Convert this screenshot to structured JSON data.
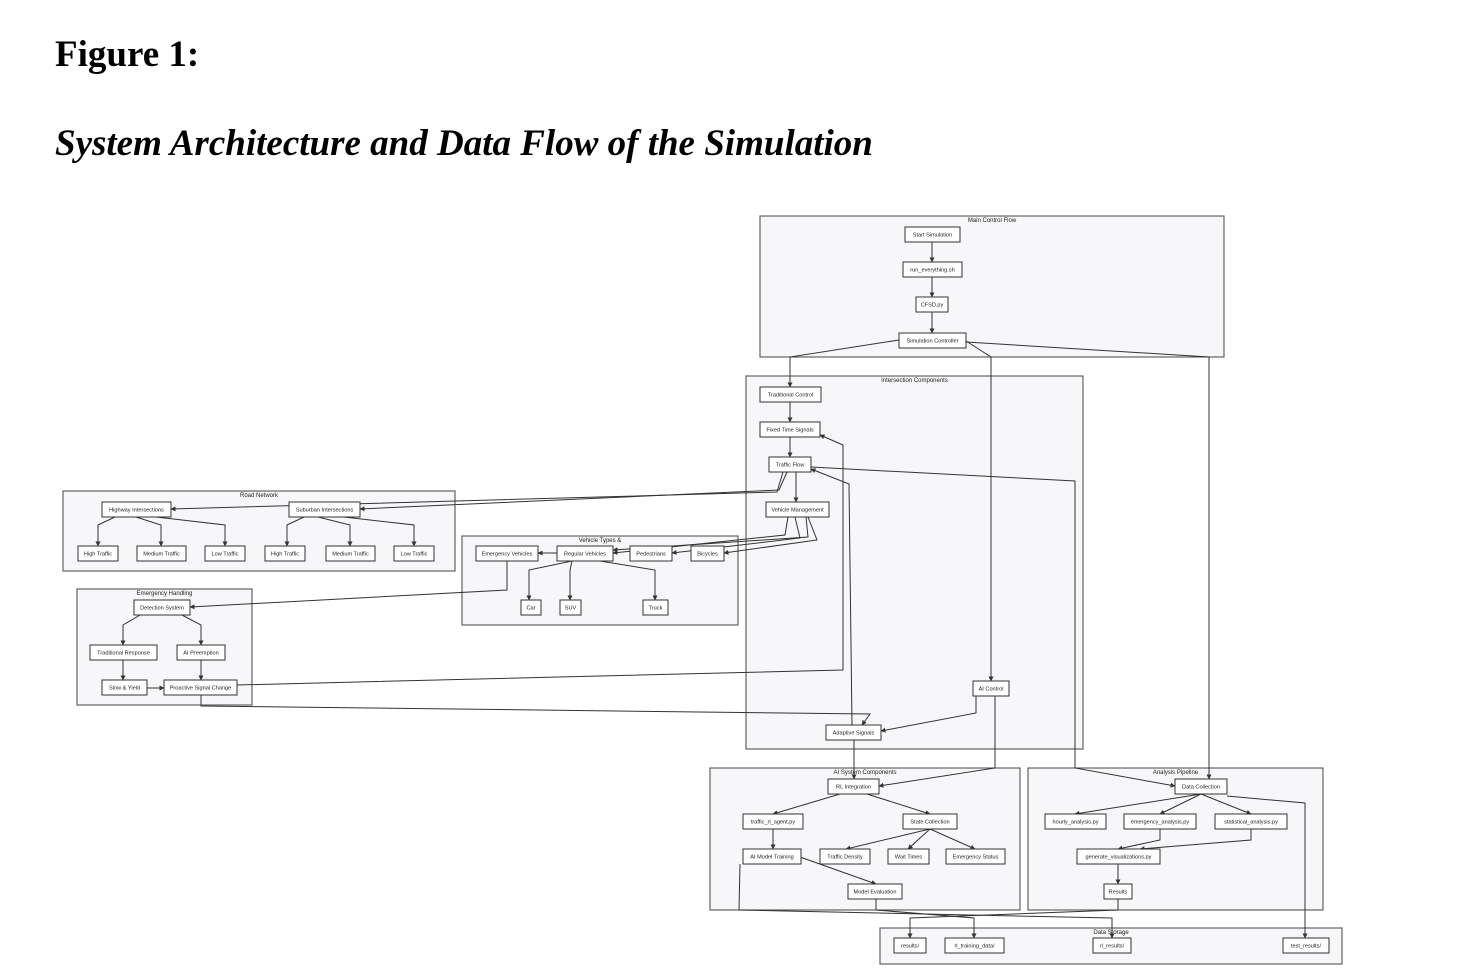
{
  "figure": {
    "label": "Figure 1:",
    "title": "System Architecture and Data Flow of the Simulation"
  },
  "groups": [
    {
      "id": "main",
      "label": "Main Control Flow"
    },
    {
      "id": "inter",
      "label": "Intersection Components"
    },
    {
      "id": "road",
      "label": "Road Network"
    },
    {
      "id": "vehicle",
      "label": "Vehicle Types &"
    },
    {
      "id": "emergency",
      "label": "Emergency Handling"
    },
    {
      "id": "ai",
      "label": "AI System Components"
    },
    {
      "id": "analysis",
      "label": "Analysis Pipeline"
    },
    {
      "id": "storage",
      "label": "Data Storage"
    }
  ],
  "nodes": [
    {
      "id": "start",
      "label": "Start Simulation"
    },
    {
      "id": "runall",
      "label": "run_everything.sh"
    },
    {
      "id": "cfsd",
      "label": "CFSD.py"
    },
    {
      "id": "simctrl",
      "label": "Simulation Controller"
    },
    {
      "id": "tradctrl",
      "label": "Traditional Control"
    },
    {
      "id": "fixed",
      "label": "Fixed Time Signals"
    },
    {
      "id": "tflow",
      "label": "Traffic Flow"
    },
    {
      "id": "vmgmt",
      "label": "Vehicle Management"
    },
    {
      "id": "aictrl",
      "label": "AI Control"
    },
    {
      "id": "adaptive",
      "label": "Adaptive Signals"
    },
    {
      "id": "hwy",
      "label": "Highway Intersections"
    },
    {
      "id": "sub",
      "label": "Suburban Intersections"
    },
    {
      "id": "hwy_high",
      "label": "High Traffic"
    },
    {
      "id": "hwy_med",
      "label": "Medium Traffic"
    },
    {
      "id": "hwy_low",
      "label": "Low Traffic"
    },
    {
      "id": "sub_high",
      "label": "High Traffic"
    },
    {
      "id": "sub_med",
      "label": "Medium Traffic"
    },
    {
      "id": "sub_low",
      "label": "Low Traffic"
    },
    {
      "id": "emveh",
      "label": "Emergency Vehicles"
    },
    {
      "id": "regveh",
      "label": "Regular Vehicles"
    },
    {
      "id": "ped",
      "label": "Pedestrians"
    },
    {
      "id": "bike",
      "label": "Bicycles"
    },
    {
      "id": "car",
      "label": "Car"
    },
    {
      "id": "suv",
      "label": "SUV"
    },
    {
      "id": "truck",
      "label": "Truck"
    },
    {
      "id": "detect",
      "label": "Detection System"
    },
    {
      "id": "tradresp",
      "label": "Traditional Response"
    },
    {
      "id": "aipre",
      "label": "AI Preemption"
    },
    {
      "id": "slow",
      "label": "Slow & Yield"
    },
    {
      "id": "proactive",
      "label": "Proactive Signal Change"
    },
    {
      "id": "rl",
      "label": "RL Integration"
    },
    {
      "id": "agent",
      "label": "traffic_rl_agent.py"
    },
    {
      "id": "state",
      "label": "State Collection"
    },
    {
      "id": "train",
      "label": "AI Model Training"
    },
    {
      "id": "density",
      "label": "Traffic Density"
    },
    {
      "id": "wait",
      "label": "Wait Times"
    },
    {
      "id": "emstatus",
      "label": "Emergency Status"
    },
    {
      "id": "evalm",
      "label": "Model Evaluation"
    },
    {
      "id": "datacol",
      "label": "Data Collection"
    },
    {
      "id": "hourly",
      "label": "hourly_analysis.py"
    },
    {
      "id": "emanal",
      "label": "emergency_analysis.py"
    },
    {
      "id": "statanal",
      "label": "statistical_analysis.py"
    },
    {
      "id": "genviz",
      "label": "generate_visualizations.py"
    },
    {
      "id": "results",
      "label": "Results"
    },
    {
      "id": "res_dir",
      "label": "results/"
    },
    {
      "id": "rltrain_dir",
      "label": "rl_training_data/"
    },
    {
      "id": "rlres_dir",
      "label": "rl_results/"
    },
    {
      "id": "test_dir",
      "label": "test_results/"
    }
  ]
}
